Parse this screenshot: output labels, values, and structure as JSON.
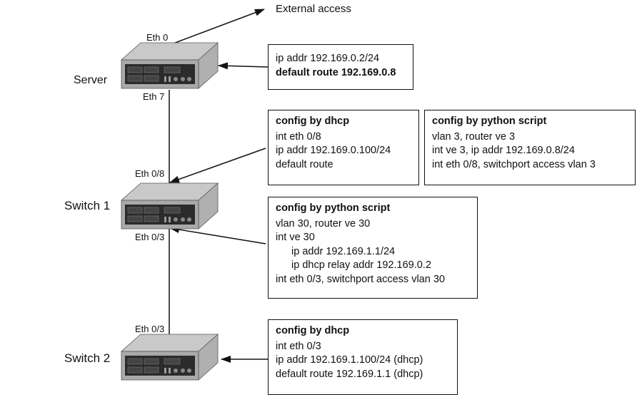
{
  "external_access_label": "External access",
  "devices": {
    "server": {
      "name": "Server",
      "port_top": "Eth 0",
      "port_bottom": "Eth 7"
    },
    "switch1": {
      "name": "Switch 1",
      "port_top": "Eth 0/8",
      "port_bottom": "Eth 0/3"
    },
    "switch2": {
      "name": "Switch 2",
      "port_top": "Eth 0/3"
    }
  },
  "boxes": {
    "server_config": {
      "title": "",
      "lines": [
        "ip addr 192.169.0.2/24",
        "default route 192.169.0.8"
      ]
    },
    "switch1_dhcp": {
      "title": "config by dhcp",
      "lines": [
        "int eth 0/8",
        "ip addr 192.169.0.100/24",
        "default route"
      ]
    },
    "switch1_python_top": {
      "title": "config by python script",
      "lines": [
        "vlan 3, router ve 3",
        "int ve 3, ip addr 192.169.0.8/24",
        "int eth 0/8, switchport access vlan 3"
      ]
    },
    "switch1_python_bottom": {
      "title": "config by python script",
      "lines": [
        "vlan 30, router ve 30",
        "int ve 30",
        "ip addr 192.169.1.1/24",
        "ip dhcp relay addr 192.169.0.2",
        "int eth 0/3, switchport access vlan 30"
      ]
    },
    "switch2_dhcp": {
      "title": "config by dhcp",
      "lines": [
        "int eth 0/3",
        "ip addr 192.169.1.100/24 (dhcp)",
        "default route 192.169.1.1 (dhcp)"
      ]
    }
  }
}
